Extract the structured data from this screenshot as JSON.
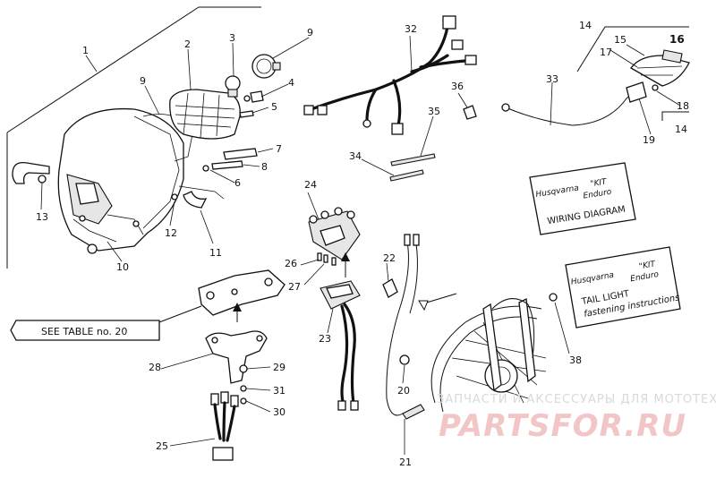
{
  "callouts": {
    "c1": "1",
    "c2": "2",
    "c3": "3",
    "c4": "4",
    "c5": "5",
    "c6": "6",
    "c7": "7",
    "c8": "8",
    "c9a": "9",
    "c9b": "9",
    "c10": "10",
    "c11": "11",
    "c12": "12",
    "c13": "13",
    "c14a": "14",
    "c14b": "14",
    "c15": "15",
    "c16": "16",
    "c17": "17",
    "c18": "18",
    "c19": "19",
    "c20": "20",
    "c21": "21",
    "c22": "22",
    "c23": "23",
    "c24": "24",
    "c25": "25",
    "c26": "26",
    "c27": "27",
    "c28": "28",
    "c29": "29",
    "c30": "30",
    "c31": "31",
    "c32": "32",
    "c33": "33",
    "c34": "34",
    "c35": "35",
    "c36": "36",
    "c38": "38"
  },
  "reference_box": {
    "label": "SEE TABLE no. 20"
  },
  "wiring_card": {
    "brand": "Husqvarna",
    "kit_line1": "\"KIT",
    "kit_line2": "Enduro",
    "title": "WIRING DIAGRAM"
  },
  "taillight_card": {
    "brand": "Husqvarna",
    "kit_line1": "\"KIT",
    "kit_line2": "Enduro",
    "title_line1": "TAIL LIGHT",
    "title_line2": "fastening instructions"
  },
  "watermark": {
    "tagline": "ЗАПЧАСТИ И АКСЕССУАРЫ ДЛЯ МОТОТЕХНИКИ",
    "brand": "PARTSFOR.RU"
  },
  "colors": {
    "line": "#111111",
    "watermark_red": "#f2c6c6",
    "watermark_gray": "#d9d9d9"
  }
}
